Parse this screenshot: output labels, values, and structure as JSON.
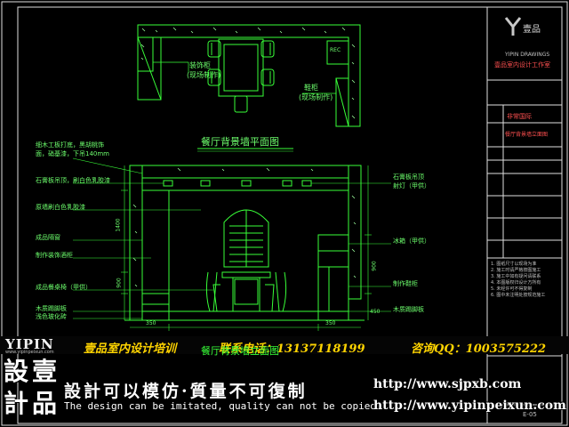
{
  "drawing": {
    "plan_title": "餐厅背景墙平面图",
    "elevation_title": "餐厅背景墙立面图",
    "plan_labels": {
      "cabinet": "装饰柜",
      "cabinet_note": "(现场制作)",
      "shoe_cabinet": "鞋柜",
      "shoe_note": "(现场制作)",
      "rec": "REC"
    },
    "left_labels": [
      "细木工板打底，黑胡桃饰",
      "面，硝基漆，下吊140mm",
      "石膏板吊顶，刷白色乳胶漆",
      "原墙刷白色乳胶漆",
      "成品隔窗",
      "制作装饰酒柜",
      "成品餐桌椅（甲供）",
      "木质踢脚板",
      "浅色玻化砖"
    ],
    "right_labels": [
      "石膏板吊顶",
      "射灯（甲供）",
      "冰箱（甲供）",
      "制作鞋柜",
      "木质踢脚板"
    ],
    "dimensions": [
      "1400",
      "900",
      "900",
      "350",
      "350",
      "450"
    ]
  },
  "title_block": {
    "logo_text": "壹品",
    "logo_en": "YIPIN DRAWINGS",
    "company": "壹品室内设计工作室",
    "project": "非常国际",
    "sheet_name": "餐厅背景墙立面图",
    "notes": [
      "1. 图纸尺寸以现场为准",
      "2. 施工时请严格按图施工",
      "3. 施工中如有疑问请联系",
      "4. 本图版权归设计方所有",
      "5. 未经许可不得复制",
      "6. 图中未注明处按规范施工"
    ],
    "sheet_no": "E-05"
  },
  "banner": {
    "brand": "YIPIN",
    "brand_sub": "www.yipinpeixun.com",
    "text1": "壹品室内设计培训",
    "text2": "联系电话：13137118199",
    "text3": "咨询QQ：1003575222"
  },
  "watermark": {
    "seal_chars": [
      "設",
      "壹",
      "計",
      "品"
    ],
    "slogan_zh": "設計可以模仿·質量不可復制",
    "slogan_en": "The design can be imitated, quality can not be copied",
    "url1": "http://www.sjpxb.com",
    "url2": "http://www.yipinpeixun.com"
  },
  "colors": {
    "line": "#38ff38",
    "text": "#6dff6d",
    "banner_text": "#ffd400",
    "accent_red": "#ff4040"
  }
}
